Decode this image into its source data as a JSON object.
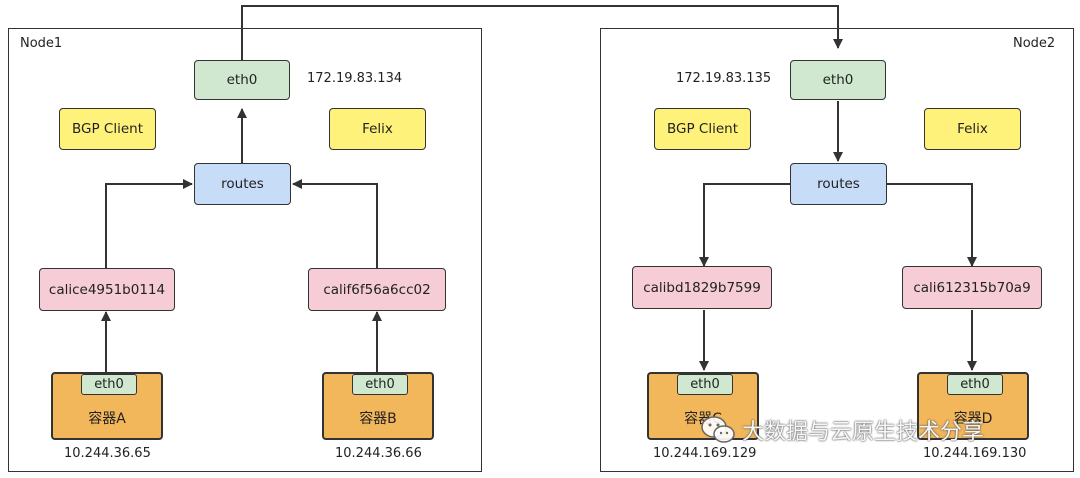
{
  "node1": {
    "label": "Node1",
    "eth0": "eth0",
    "eth0_ip": "172.19.83.134",
    "bgp_client": "BGP Client",
    "felix": "Felix",
    "routes": "routes",
    "veth_a": "calice4951b0114",
    "veth_b": "calif6f56a6cc02",
    "container_a": {
      "eth": "eth0",
      "name": "容器A",
      "ip": "10.244.36.65"
    },
    "container_b": {
      "eth": "eth0",
      "name": "容器B",
      "ip": "10.244.36.66"
    }
  },
  "node2": {
    "label": "Node2",
    "eth0": "eth0",
    "eth0_ip": "172.19.83.135",
    "bgp_client": "BGP Client",
    "felix": "Felix",
    "routes": "routes",
    "veth_c": "calibd1829b7599",
    "veth_d": "cali612315b70a9",
    "container_c": {
      "eth": "eth0",
      "name": "容器C",
      "ip": "10.244.169.129"
    },
    "container_d": {
      "eth": "eth0",
      "name": "容器D",
      "ip": "10.244.169.130"
    }
  },
  "watermark": "大数据与云原生技术分享",
  "colors": {
    "eth": "#cfe8cf",
    "agent": "#fff27a",
    "routes": "#c7dcf7",
    "veth": "#f6cdd6",
    "container": "#f2b65b"
  }
}
